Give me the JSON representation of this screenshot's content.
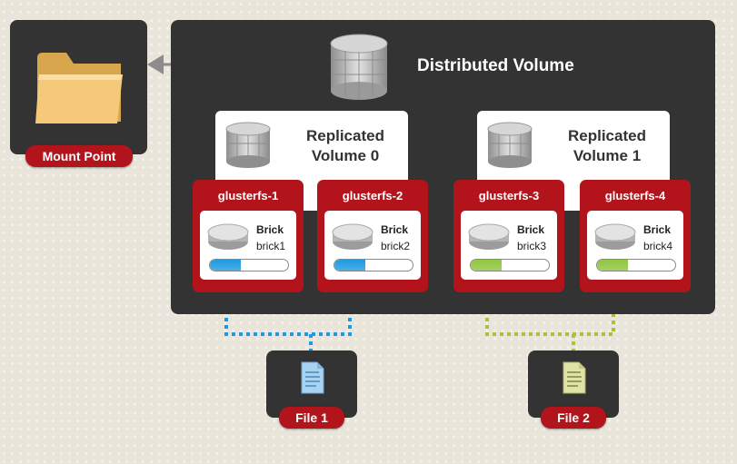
{
  "mount_point": {
    "label": "Mount Point",
    "icon": "folder-icon"
  },
  "distributed_volume": {
    "title": "Distributed Volume",
    "icon": "database-icon"
  },
  "replicated_volumes": [
    {
      "line1": "Replicated",
      "line2": "Volume 0"
    },
    {
      "line1": "Replicated",
      "line2": "Volume 1"
    }
  ],
  "servers": [
    {
      "name": "glusterfs-1",
      "brick_label": "Brick",
      "brick_name": "brick1",
      "fill": 0.4,
      "color": "#1e9ae0"
    },
    {
      "name": "glusterfs-2",
      "brick_label": "Brick",
      "brick_name": "brick2",
      "fill": 0.4,
      "color": "#1e9ae0"
    },
    {
      "name": "glusterfs-3",
      "brick_label": "Brick",
      "brick_name": "brick3",
      "fill": 0.4,
      "color": "#8ec63f"
    },
    {
      "name": "glusterfs-4",
      "brick_label": "Brick",
      "brick_name": "brick4",
      "fill": 0.4,
      "color": "#8ec63f"
    }
  ],
  "files": [
    {
      "label": "File 1",
      "icon": "document-icon",
      "color": "#1e9ae0"
    },
    {
      "label": "File 2",
      "icon": "document-icon",
      "color": "#a8c23a"
    }
  ],
  "colors": {
    "panel": "#333333",
    "accent_red": "#b2141c",
    "blue": "#1e9ae0",
    "green": "#8ec63f",
    "olive": "#a8c23a"
  }
}
